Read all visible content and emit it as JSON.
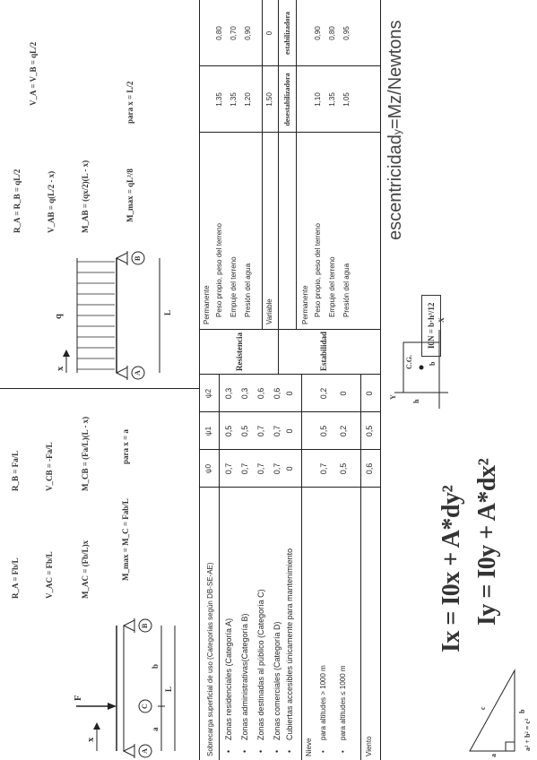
{
  "header": {
    "col1": {
      "labels": {
        "x": "x",
        "F": "F",
        "A": "A",
        "B": "B",
        "C": "C",
        "a": "a",
        "b": "b",
        "L": "L"
      },
      "formulas": [
        "R_A = Fb/L",
        "R_B = Fa/L",
        "V_AC = Fb/L",
        "V_CB = -Fa/L",
        "M_AC = (Fb/L)x",
        "M_CB = (Fa/L)(L - x)",
        "M_max = M_C = Fab/L",
        "para x = a"
      ]
    },
    "col2": {
      "labels": {
        "x": "x",
        "q": "q",
        "A": "A",
        "B": "B",
        "L": "L"
      },
      "formulas": [
        "R_A = R_B = qL/2",
        "V_AB = q(L/2 - x)",
        "M_AB = (qx/2)(L - x)",
        "M_max = qL²/8",
        "para x = L/2",
        "V_A = V_B = qL/2"
      ]
    }
  },
  "sobrecarga": {
    "title": "Sobrecarga superficial de uso (Categorías según DB-SE-AE)",
    "headers": [
      "ψ0",
      "ψ1",
      "ψ2"
    ],
    "rows": [
      {
        "label": "Zonas residenciales (Categoría A)",
        "v": [
          "0,7",
          "0,5",
          "0,3"
        ]
      },
      {
        "label": "Zonas administrativas(Categoría B)",
        "v": [
          "0,7",
          "0,5",
          "0,3"
        ]
      },
      {
        "label": "Zonas destinadas al público (Categoría C)",
        "v": [
          "0,7",
          "0,7",
          "0,6"
        ]
      },
      {
        "label": "Zonas comerciales (Categoría D)",
        "v": [
          "0,7",
          "0,7",
          "0,6"
        ]
      },
      {
        "label": "Cubiertas accesibles únicamente para mantenimiento",
        "v": [
          "0",
          "0",
          "0"
        ]
      }
    ]
  },
  "nieve": {
    "title": "Nieve",
    "rows": [
      {
        "label": "para altitudes > 1000 m",
        "v": [
          "0,7",
          "0,5",
          "0,2"
        ]
      },
      {
        "label": "para altitudes ≤ 1000 m",
        "v": [
          "0,5",
          "0,2",
          "0"
        ]
      }
    ]
  },
  "viento": {
    "title": "Viento",
    "v": [
      "0,6",
      "0,5",
      "0"
    ]
  },
  "coef": {
    "resistencia": "Resistencia",
    "estabilidad": "Estabilidad",
    "permanente1": "Permanente",
    "r1": "Peso propio, peso del terreno",
    "r2": "Empuje del terreno",
    "r3": "Presión del agua",
    "variable": "Variable",
    "r1v": [
      "1,35",
      "0,80"
    ],
    "r2v": [
      "1,35",
      "0,70"
    ],
    "r3v": [
      "1,20",
      "0,90"
    ],
    "varv": [
      "1,50",
      "0"
    ],
    "desest": "desestabilizadora",
    "estab": "estabilizadora",
    "permanente2": "Permanente",
    "s1": "Peso propio, peso del terreno",
    "s2": "Empuje del terreno",
    "s3": "Presión del agua",
    "s1v": [
      "1,10",
      "0,90"
    ],
    "s2v": [
      "1,35",
      "0,80"
    ],
    "s3v": [
      "1,05",
      "0,95"
    ]
  },
  "bottom": {
    "pythag": "a² + b² = c²",
    "tri": {
      "a": "a",
      "b": "b",
      "c": "c"
    },
    "ix": "Ix = I0x + A*dy²",
    "iy": "Iy = I0y + A*dx²",
    "rect": {
      "cg": "C.G.",
      "h": "h",
      "b": "b",
      "x": "X",
      "y": "Y"
    },
    "ion": "I0N = b·h³/12",
    "exc": "escentricidad",
    "exc_sub": "y",
    "exc_rest": "=Mz/Newtons"
  }
}
